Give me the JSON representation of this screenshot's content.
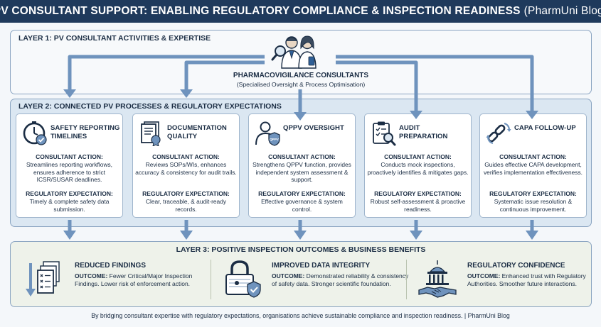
{
  "title": {
    "main": "PV CONSULTANT SUPPORT: ENABLING REGULATORY COMPLIANCE & INSPECTION READINESS",
    "source": "(PharmUni Blog)"
  },
  "layer1": {
    "title": "LAYER 1: PV CONSULTANT ACTIVITIES & EXPERTISE",
    "consultants_label": "PHARMACOVIGILANCE CONSULTANTS",
    "consultants_sub": "(Specialised Oversight & Process Optimisation)"
  },
  "layer2": {
    "title": "LAYER 2: CONNECTED PV PROCESSES & REGULATORY EXPECTATIONS",
    "action_label": "CONSULTANT ACTION:",
    "expectation_label": "REGULATORY EXPECTATION:",
    "cards": [
      {
        "title": "SAFETY REPORTING TIMELINES",
        "icon": "clock-check-icon",
        "action": "Streamlines reporting workflows, ensures adherence to strict ICSR/SUSAR deadlines.",
        "expectation": "Timely & complete safety data submission."
      },
      {
        "title": "DOCUMENTATION QUALITY",
        "icon": "document-seal-icon",
        "action": "Reviews SOPs/WIs, enhances accuracy & consistency for audit trails.",
        "expectation": "Clear, traceable, & audit-ready records."
      },
      {
        "title": "QPPV OVERSIGHT",
        "icon": "person-shield-icon",
        "badge": "QPPV",
        "action": "Strengthens QPPV function, provides independent system assessment & support.",
        "expectation": "Effective governance & system control."
      },
      {
        "title": "AUDIT PREPARATION",
        "icon": "checklist-magnifier-icon",
        "action": "Conducts mock inspections, proactively identifies & mitigates gaps.",
        "expectation": "Robust self-assessment & proactive readiness."
      },
      {
        "title": "CAPA FOLLOW-UP",
        "icon": "chain-link-cycle-icon",
        "action": "Guides effective CAPA development, verifies implementation effectiveness.",
        "expectation": "Systematic issue resolution & continuous improvement."
      }
    ]
  },
  "layer3": {
    "title": "LAYER 3: POSITIVE INSPECTION OUTCOMES & BUSINESS BENEFITS",
    "outcome_label": "OUTCOME:",
    "outcomes": [
      {
        "title": "REDUCED FINDINGS",
        "icon": "decreasing-documents-icon",
        "text": "Fewer Critical/Major Inspection Findings. Lower risk of enforcement action."
      },
      {
        "title": "IMPROVED DATA INTEGRITY",
        "icon": "padlock-shield-icon",
        "text": "Demonstrated reliability & consistency of safety data. Stronger scientific foundation."
      },
      {
        "title": "REGULATORY CONFIDENCE",
        "icon": "capitol-handshake-icon",
        "text": "Enhanced trust with Regulatory Authorities. Smoother future interactions."
      }
    ]
  },
  "footer": "By bridging consultant expertise with regulatory expectations, organisations achieve sustainable compliance and inspection readiness. | PharmUni Blog",
  "colors": {
    "title_bar": "#1f3a5c",
    "arrow": "#6f93bd",
    "layer2_bg": "#dbe7f2",
    "layer3_bg": "#eef2ea",
    "ink": "#1b2d44"
  }
}
